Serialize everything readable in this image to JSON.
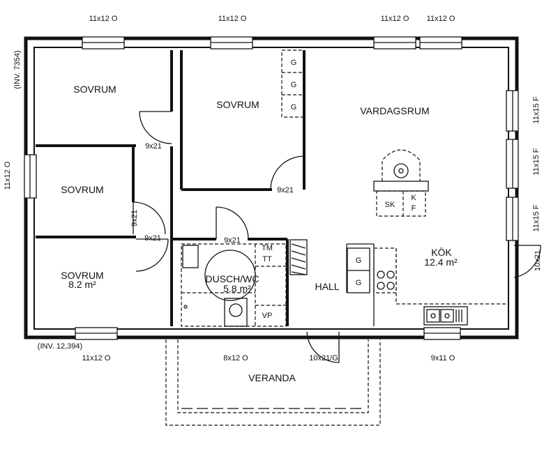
{
  "rooms": {
    "sovrum_top_left": "SOVRUM",
    "sovrum_top_middle": "SOVRUM",
    "sovrum_middle_left": "SOVRUM",
    "sovrum_bottom_left": "SOVRUM",
    "sovrum_bottom_left_area": "8.2 m²",
    "vardagsrum": "VARDAGSRUM",
    "kok": "KÖK",
    "kok_area": "12.4 m²",
    "dusch_wc": "DUSCH/WC",
    "dusch_wc_area": "5.8 m²",
    "hall": "HALL",
    "veranda": "VERANDA"
  },
  "fixtures": {
    "g1": "G",
    "g2": "G",
    "g3": "G",
    "g4": "G",
    "g5": "G",
    "sk": "SK",
    "kf_k": "K",
    "kf_f": "F",
    "tm": "TM",
    "tt": "TT",
    "vp": "VP"
  },
  "dimensions": {
    "win_top_1": "11x12 O",
    "win_top_2": "11x12 O",
    "win_top_3": "11x12 O",
    "win_top_4": "11x12 O",
    "inv_left": "(INV. 7354)",
    "win_left": "11x12 O",
    "win_right_1": "11x15 F",
    "win_right_2": "11x15 F",
    "win_right_3": "11x15 F",
    "door_right": "10x21",
    "door_sovrum_top_left": "9x21",
    "door_sovrum_top_middle": "9x21",
    "door_sovrum_middle": "9x21",
    "door_sovrum_bottom": "9x21",
    "door_dusch": "9x21",
    "inv_bottom": "(INV. 12,394)",
    "win_bottom_1": "11x12 O",
    "win_bottom_2": "8x12 O",
    "door_entrance": "10x21/G",
    "win_bottom_3": "9x11 O"
  }
}
